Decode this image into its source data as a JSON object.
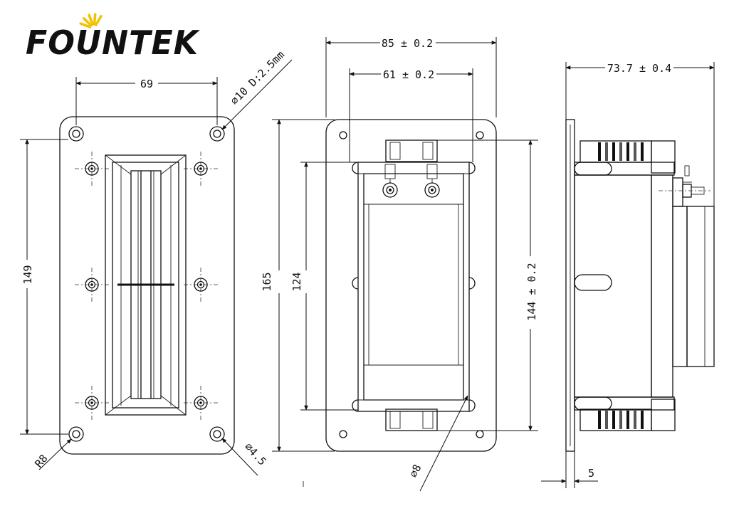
{
  "logo": {
    "text": "FOUNTEK",
    "ray_color": "#F2C200"
  },
  "dimensions": {
    "front_hole_spacing": "69",
    "front_hole_note": "∅10 D:2.5mm",
    "front_height": "149",
    "corner_radius": "R8",
    "hole_diameter": "∅4.5",
    "back_width": "85 ± 0.2",
    "back_cutout_width": "61 ± 0.2",
    "back_height": "165",
    "back_inner_height": "124",
    "back_body_height": "144 ± 0.2",
    "back_tube_diameter": "∅8",
    "side_depth": "73.7 ± 0.4",
    "side_flange": "5"
  }
}
